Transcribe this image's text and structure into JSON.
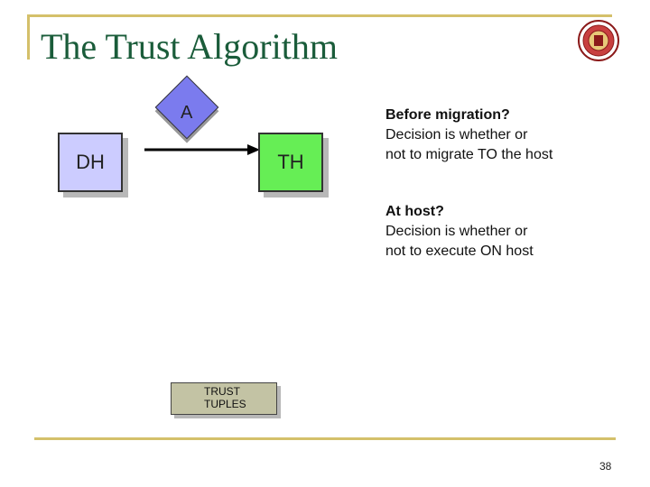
{
  "title": "The Trust Algorithm",
  "diagram": {
    "node_a": "A",
    "node_dh": "DH",
    "node_th": "TH",
    "tuples": [
      "TRUST",
      "TUPLES"
    ]
  },
  "notes": [
    {
      "heading": "Before migration?",
      "lines": [
        "Decision is whether or",
        "not to migrate TO the host"
      ]
    },
    {
      "heading": "At host?",
      "lines": [
        "Decision is whether or",
        "not to execute ON host"
      ]
    }
  ],
  "logo": "university-seal-icon",
  "page_number": "38",
  "colors": {
    "title": "#1a5c3a",
    "border": "#d4c06a",
    "dh": "#ccccff",
    "th": "#66ee55",
    "a": "#7b7bee",
    "tuples": "#c3c3a4"
  }
}
